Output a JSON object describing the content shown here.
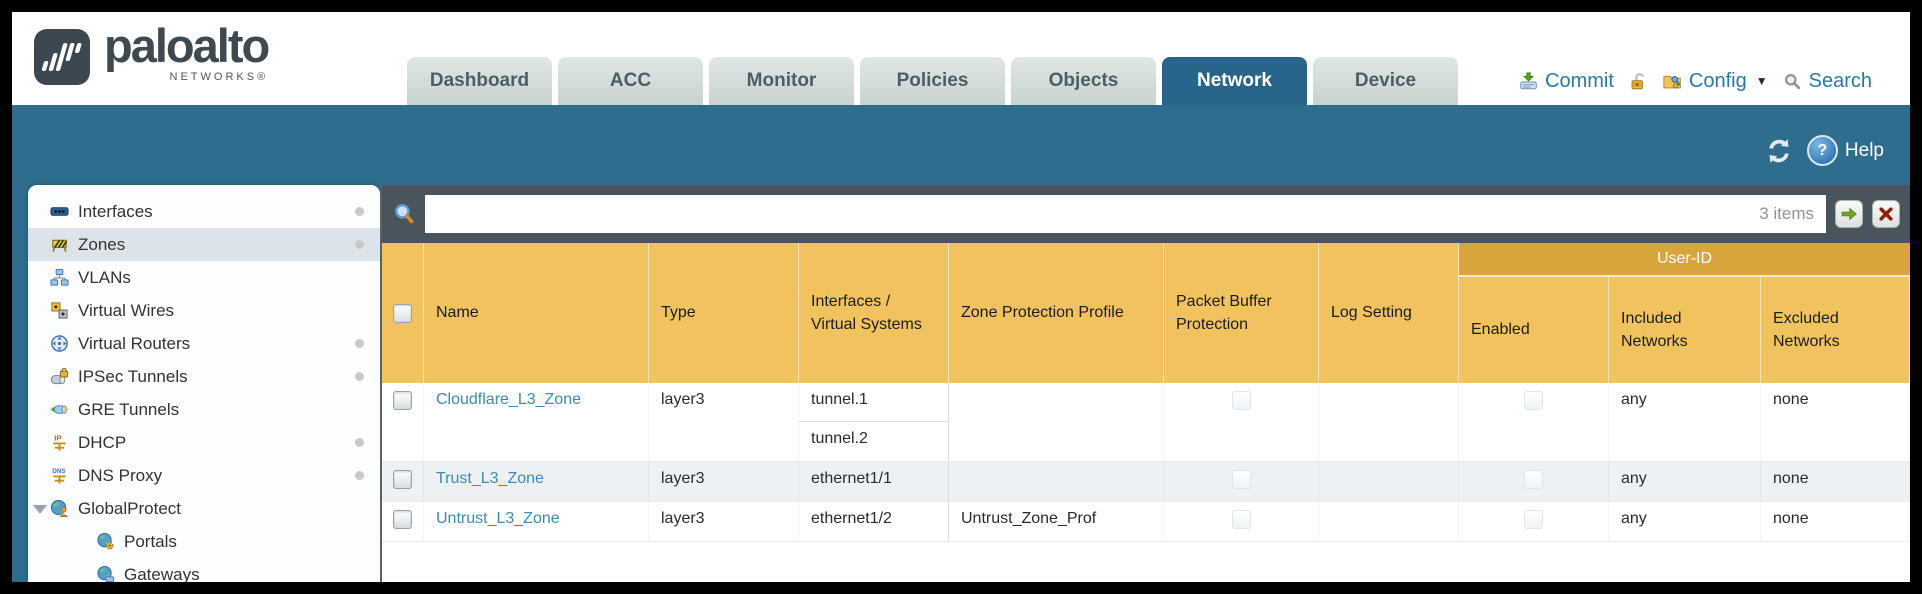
{
  "brand": {
    "name": "paloalto",
    "sub": "NETWORKS®"
  },
  "tabs": [
    {
      "label": "Dashboard"
    },
    {
      "label": "ACC"
    },
    {
      "label": "Monitor"
    },
    {
      "label": "Policies"
    },
    {
      "label": "Objects"
    },
    {
      "label": "Network",
      "active": true
    },
    {
      "label": "Device"
    }
  ],
  "top_actions": {
    "commit_label": "Commit",
    "config_label": "Config",
    "search_label": "Search",
    "caret": "▼"
  },
  "band": {
    "help_label": "Help",
    "help_glyph": "?"
  },
  "sidebar": {
    "items": [
      {
        "label": "Interfaces",
        "dot": true
      },
      {
        "label": "Zones",
        "dot": true,
        "selected": true
      },
      {
        "label": "VLANs"
      },
      {
        "label": "Virtual Wires"
      },
      {
        "label": "Virtual Routers",
        "dot": true
      },
      {
        "label": "IPSec Tunnels",
        "dot": true
      },
      {
        "label": "GRE Tunnels"
      },
      {
        "label": "DHCP",
        "dot": true
      },
      {
        "label": "DNS Proxy",
        "dot": true
      },
      {
        "label": "GlobalProtect",
        "expanded": true
      },
      {
        "label": "Portals",
        "child": true
      },
      {
        "label": "Gateways",
        "child": true
      }
    ]
  },
  "filter_bar": {
    "value": "",
    "count": "3 items"
  },
  "table": {
    "group_header": "User-ID",
    "columns": [
      "Name",
      "Type",
      "Interfaces / Virtual Systems",
      "Zone Protection Profile",
      "Packet Buffer Protection",
      "Log Setting",
      "Enabled",
      "Included Networks",
      "Excluded Networks"
    ],
    "rows": [
      {
        "name": "Cloudflare_L3_Zone",
        "type": "layer3",
        "interfaces": [
          "tunnel.1",
          "tunnel.2"
        ],
        "zone_protection_profile": "",
        "log_setting": "",
        "included": "any",
        "excluded": "none"
      },
      {
        "name": "Trust_L3_Zone",
        "type": "layer3",
        "interfaces": [
          "ethernet1/1"
        ],
        "zone_protection_profile": "",
        "log_setting": "",
        "included": "any",
        "excluded": "none"
      },
      {
        "name": "Untrust_L3_Zone",
        "type": "layer3",
        "interfaces": [
          "ethernet1/2"
        ],
        "zone_protection_profile": "Untrust_Zone_Prof",
        "log_setting": "",
        "included": "any",
        "excluded": "none"
      }
    ]
  },
  "icons": {
    "dhcp_label": "IP",
    "dns_label": "DNS"
  },
  "colors": {
    "teal": "#2f6d8e",
    "slate": "#49545c",
    "header_gold": "#f0c35f",
    "group_gold": "#d8a53c",
    "link": "#3a8cb0",
    "tab_active": "#27658a"
  }
}
